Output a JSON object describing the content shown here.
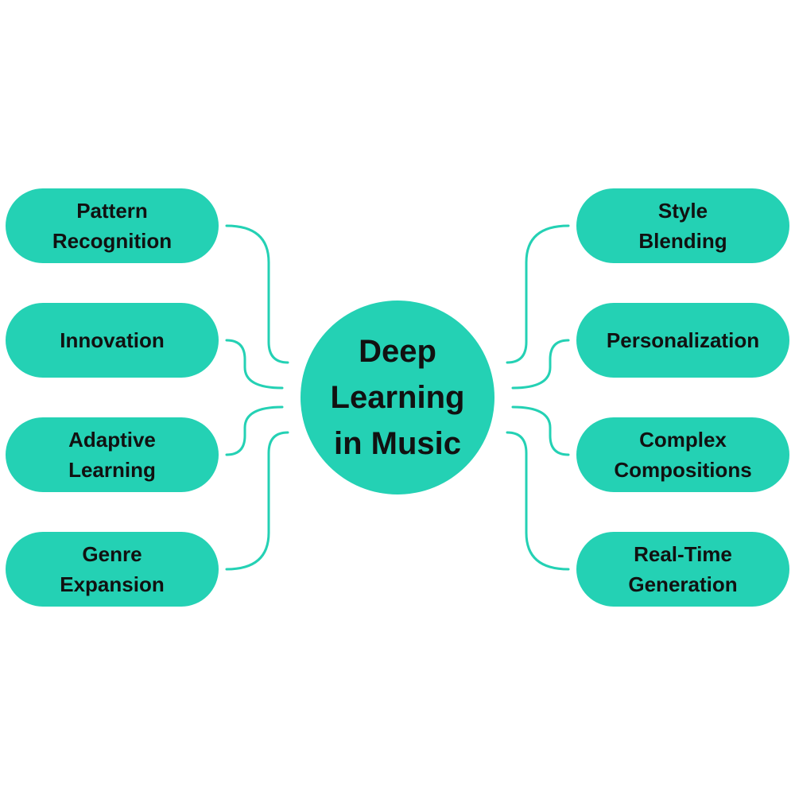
{
  "colors": {
    "node_fill": "#24d1b4",
    "connector": "#24d1b4",
    "text": "#111111"
  },
  "center": {
    "label": "Deep\nLearning\nin Music"
  },
  "left_nodes": [
    {
      "label": "Pattern\nRecognition"
    },
    {
      "label": "Innovation"
    },
    {
      "label": "Adaptive\nLearning"
    },
    {
      "label": "Genre\nExpansion"
    }
  ],
  "right_nodes": [
    {
      "label": "Style\nBlending"
    },
    {
      "label": "Personalization"
    },
    {
      "label": "Complex\nCompositions"
    },
    {
      "label": "Real-Time\nGeneration"
    }
  ]
}
